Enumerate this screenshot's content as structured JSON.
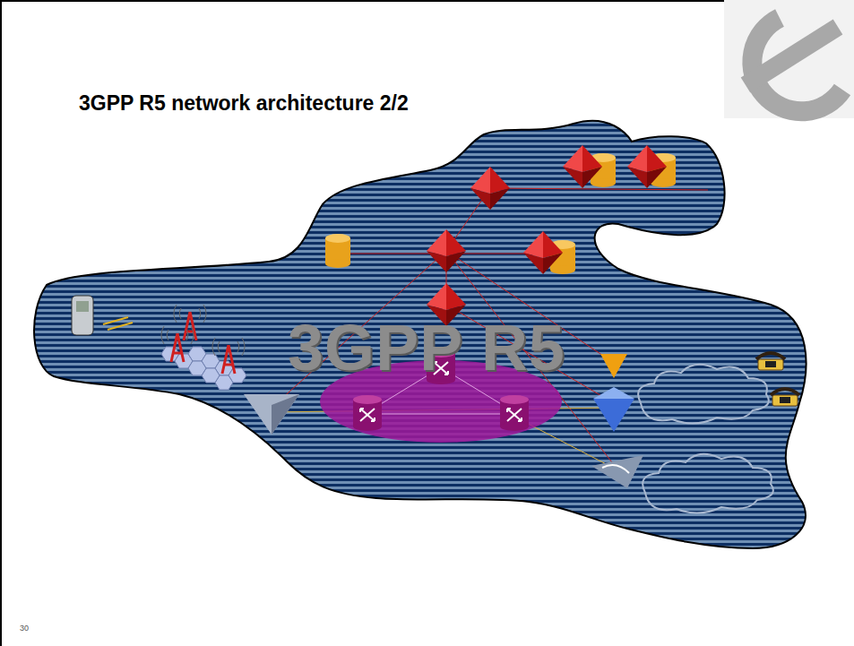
{
  "diagram": {
    "title": "3GPP R5 network architecture 2/2",
    "labels": [
      "3GPP R5",
      "30"
    ]
  }
}
